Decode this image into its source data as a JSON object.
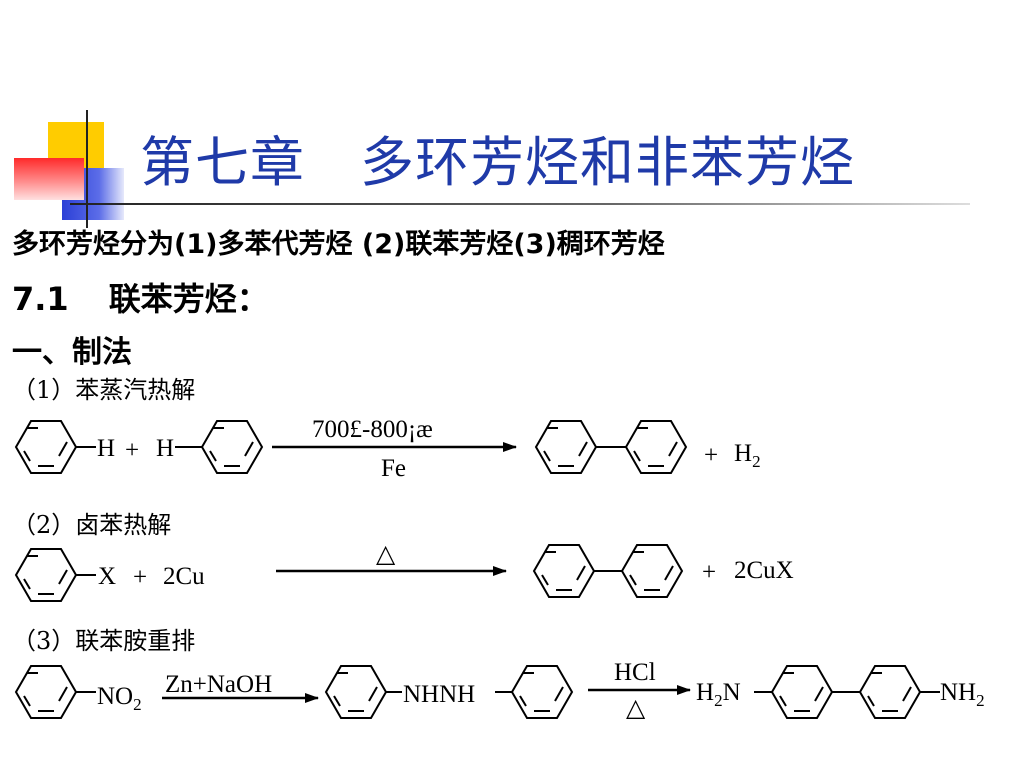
{
  "slide": {
    "title": "第七章　多环芳烃和非苯芳烃",
    "intro": "多环芳烃分为(1)多苯代芳烃 (2)联苯芳烃(3)稠环芳烃",
    "section_number": "7.1",
    "section_title": "联苯芳烃：",
    "subsection": "一、制法"
  },
  "colors": {
    "title": "#1f3aa8",
    "deco_yellow": "#ffcc00",
    "deco_blue": "#2b3fd6",
    "deco_red": "#ff2a2a"
  },
  "methods": [
    {
      "label": "（1）苯蒸汽热解",
      "reactant1_group": "H",
      "plus1": "+",
      "reactant2_group": "H",
      "condition_top": "700£-800¡æ",
      "condition_bottom": "Fe",
      "byproduct_plus": "+",
      "byproduct": "H",
      "byproduct_sub": "2"
    },
    {
      "label": "（2）卤苯热解",
      "reactant1_group": "X",
      "plus1": "+",
      "reagent": "2Cu",
      "condition_top": "△",
      "byproduct_plus": "+",
      "byproduct": "2CuX"
    },
    {
      "label": "（3）联苯胺重排",
      "reactant_group": "NO",
      "reactant_group_sub": "2",
      "condition1_top": "Zn+NaOH",
      "intermediate_linker": "NHNH",
      "condition2_top": "HCl",
      "condition2_bottom": "△",
      "product_left": "H",
      "product_left_sub": "2",
      "product_left_tail": "N",
      "product_right": "NH",
      "product_right_sub": "2"
    }
  ]
}
